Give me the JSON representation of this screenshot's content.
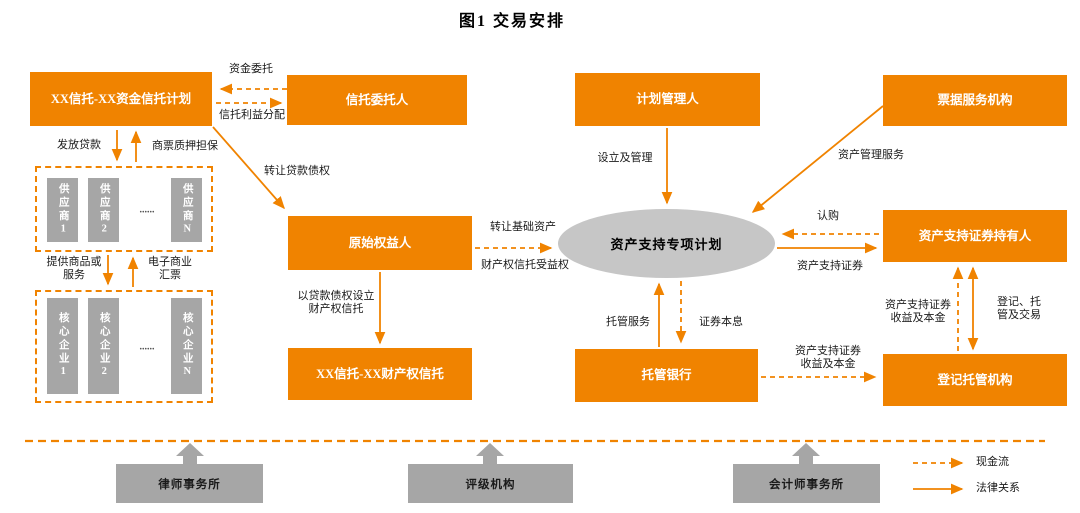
{
  "title": "图1  交易安排",
  "colors": {
    "orange": "#F08300",
    "gray": "#A6A6A6",
    "ellipse_gray": "#C6C6C6"
  },
  "nodes": {
    "fund_trust_plan": "XX信托-XX资金信托计划",
    "trust_principal": "信托委托人",
    "plan_manager": "计划管理人",
    "note_service": "票据服务机构",
    "originator": "原始权益人",
    "property_trust": "XX信托-XX财产权信托",
    "custodian_bank": "托管银行",
    "abs_holders": "资产支持证券持有人",
    "registrar": "登记托管机构",
    "spv": "资产支持专项计划",
    "law_firm": "律师事务所",
    "rating_agency": "评级机构",
    "accounting_firm": "会计师事务所"
  },
  "suppliers": {
    "items": [
      "供应商1",
      "供应商2",
      "......",
      "供应商N"
    ]
  },
  "cores": {
    "items": [
      "核心企业1",
      "核心企业2",
      "......",
      "核心企业N"
    ]
  },
  "edges": {
    "fund_entrust": "资金委托",
    "trust_benefit": "信托利益分配",
    "issue_loan": "发放贷款",
    "note_pledge": "商票质押担保",
    "transfer_loan": "转让贷款债权",
    "provide_goods": "提供商品或\n服务",
    "e_note": "电子商业\n汇票",
    "setup_trust": "以贷款债权设立\n财产权信托",
    "transfer_assets": "转让基础资产",
    "beneficiary_right": "财产权信托受益权",
    "setup_manage": "设立及管理",
    "asset_mgmt": "资产管理服务",
    "subscribe": "认购",
    "abs": "资产支持证券",
    "custody_service": "托管服务",
    "principal_interest": "证券本息",
    "abs_income_1": "资产支持证券\n收益及本金",
    "abs_income_2": "资产支持证券\n收益及本金",
    "reg_custody": "登记、托\n管及交易"
  },
  "legend": {
    "cash_flow": "现金流",
    "legal_relation": "法律关系"
  }
}
